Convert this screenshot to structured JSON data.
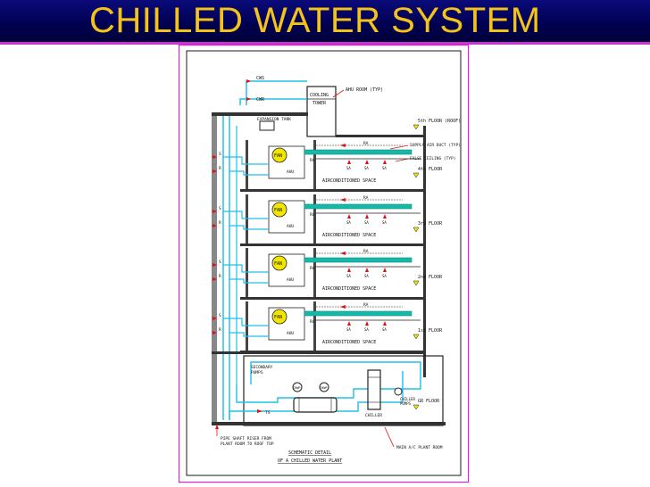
{
  "title": "CHILLED WATER SYSTEM",
  "labels": {
    "cws": "CWS",
    "cwr": "CWR",
    "cooling_tower": [
      "COOLING",
      "TOWER"
    ],
    "ahu_room": "AHU ROOM (TYP)",
    "expansion_tank": "EXPANSION TANK",
    "fifth_floor_roof": "5th FLOOR (ROOF)",
    "supply_air_duct": "SUPPLY AIR DUCT (TYP)",
    "false_ceiling": "FALSE CEILING (TYP)",
    "fourth_floor": "4th FLOOR",
    "third_floor": "3rd FLOOR",
    "second_floor": "2nd FLOOR",
    "first_floor": "1st FLOOR",
    "gr_floor": "GR FLOOR",
    "fan": "FAN",
    "ahu": "AHU",
    "sa": "SA",
    "ra": "RA",
    "s": "S",
    "r": "R",
    "air_conditioned_space": "AIRCONDITIONED SPACE",
    "secondary_pumps": [
      "SECONDARY",
      "PUMPS"
    ],
    "chiller": "CHILLER",
    "chiller_pumps": [
      "CHILLER",
      "PUMPS"
    ],
    "chwp": "CHWP",
    "ts": "TS",
    "pipe_shaft": [
      "PIPE SHAFT RISER FROM",
      "PLANT ROOM TO ROOF TOP"
    ],
    "main_plant_room": "MAIN A/C PLANT ROOM",
    "caption": [
      "SCHEMATIC DETAIL",
      "OF A CHILLED WATER PLANT"
    ]
  },
  "colors": {
    "title_bg": "#000060",
    "title_text": "#f3c31a",
    "frame": "#ff00ff",
    "pipe": "#20c0e8",
    "duct": "#18b8a8",
    "structure": "#2a2a2a",
    "fan": "#f2e600",
    "arrow": "#e01010"
  }
}
